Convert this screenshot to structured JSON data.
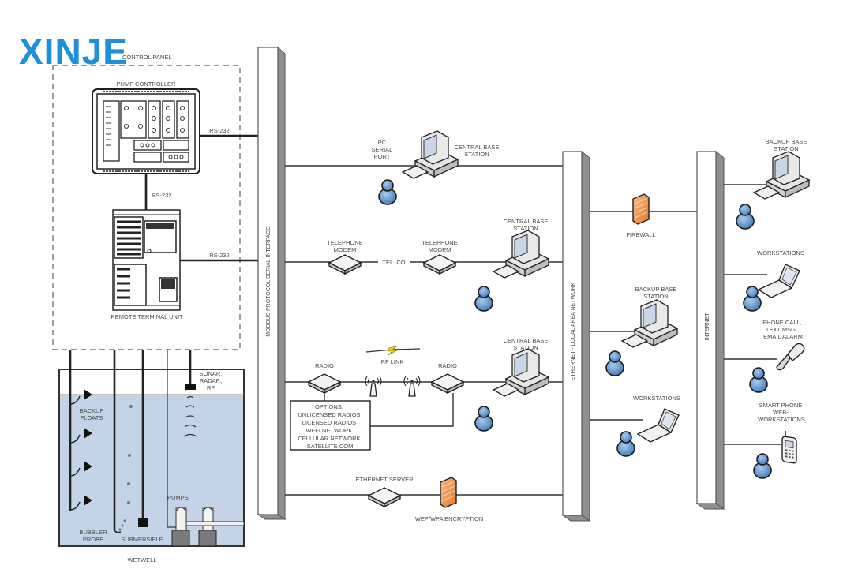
{
  "logo": {
    "text": "XINJE",
    "color": "#1e8fd8"
  },
  "control_panel": {
    "title": "CONTROL PANEL",
    "pump_controller": {
      "label": "PUMP CONTROLLER"
    },
    "rtu": {
      "label": "REMOTE TERMINAL UNIT"
    },
    "links": {
      "pc_to_rtu": "RS-232",
      "pc_to_bus": "RS-232",
      "rtu_to_bus": "RS-232"
    }
  },
  "wetwell": {
    "label": "WETWELL",
    "backup_floats": "BACKUP FLOATS",
    "bubbler_probe": "BUBBLER PROBE",
    "submersible": "SUBMERSIBLE",
    "sonar": "SONAR, RADAR, RF",
    "pumps": "PUMPS",
    "water_color": "#c5d3e6"
  },
  "buses": {
    "modbus": "MODBUS PROTOCOL SERIAL INTERFACE",
    "ethernet": "ETHERNET - LOCAL AREA NETWORK",
    "internet": "INTERNET"
  },
  "serial_links": {
    "pc_serial_port": "PC SERIAL PORT",
    "central_base_1": "CENTRAL BASE STATION",
    "telephone_modem_1": "TELEPHONE MODEM",
    "tel_co": "TEL. CO",
    "telephone_modem_2": "TELEPHONE MODEM",
    "central_base_2": "CENTRAL BASE STATION",
    "radio_1": "RADIO",
    "rf_link": "RF LINK",
    "radio_2": "RADIO",
    "central_base_3": "CENTRAL BASE STATION",
    "options": {
      "title": "OPTIONS:",
      "items": [
        "UNLICENSED RADIOS",
        "LICENSED RADIOS",
        "WI-FI NETWORK",
        "CELLULAR NETWORK",
        "SATELLITE COM"
      ]
    },
    "ethernet_server": "ETHERNET SERVER",
    "encryption": "WEP/WPA ENCRYPTION"
  },
  "lan": {
    "firewall": "FIREWALL",
    "backup_base": "BACKUP BASE STATION",
    "workstations": "WORKSTATIONS"
  },
  "internet_side": {
    "backup_base": "BACKUP BASE STATION",
    "workstations": "WORKSTATIONS",
    "phone_alarm": [
      "PHONE CALL,",
      "TEXT MSG.,",
      "EMAIL ALARM"
    ],
    "smart_phone": [
      "SMART PHONE",
      "WEB-",
      "WORKSTATIONS"
    ]
  }
}
